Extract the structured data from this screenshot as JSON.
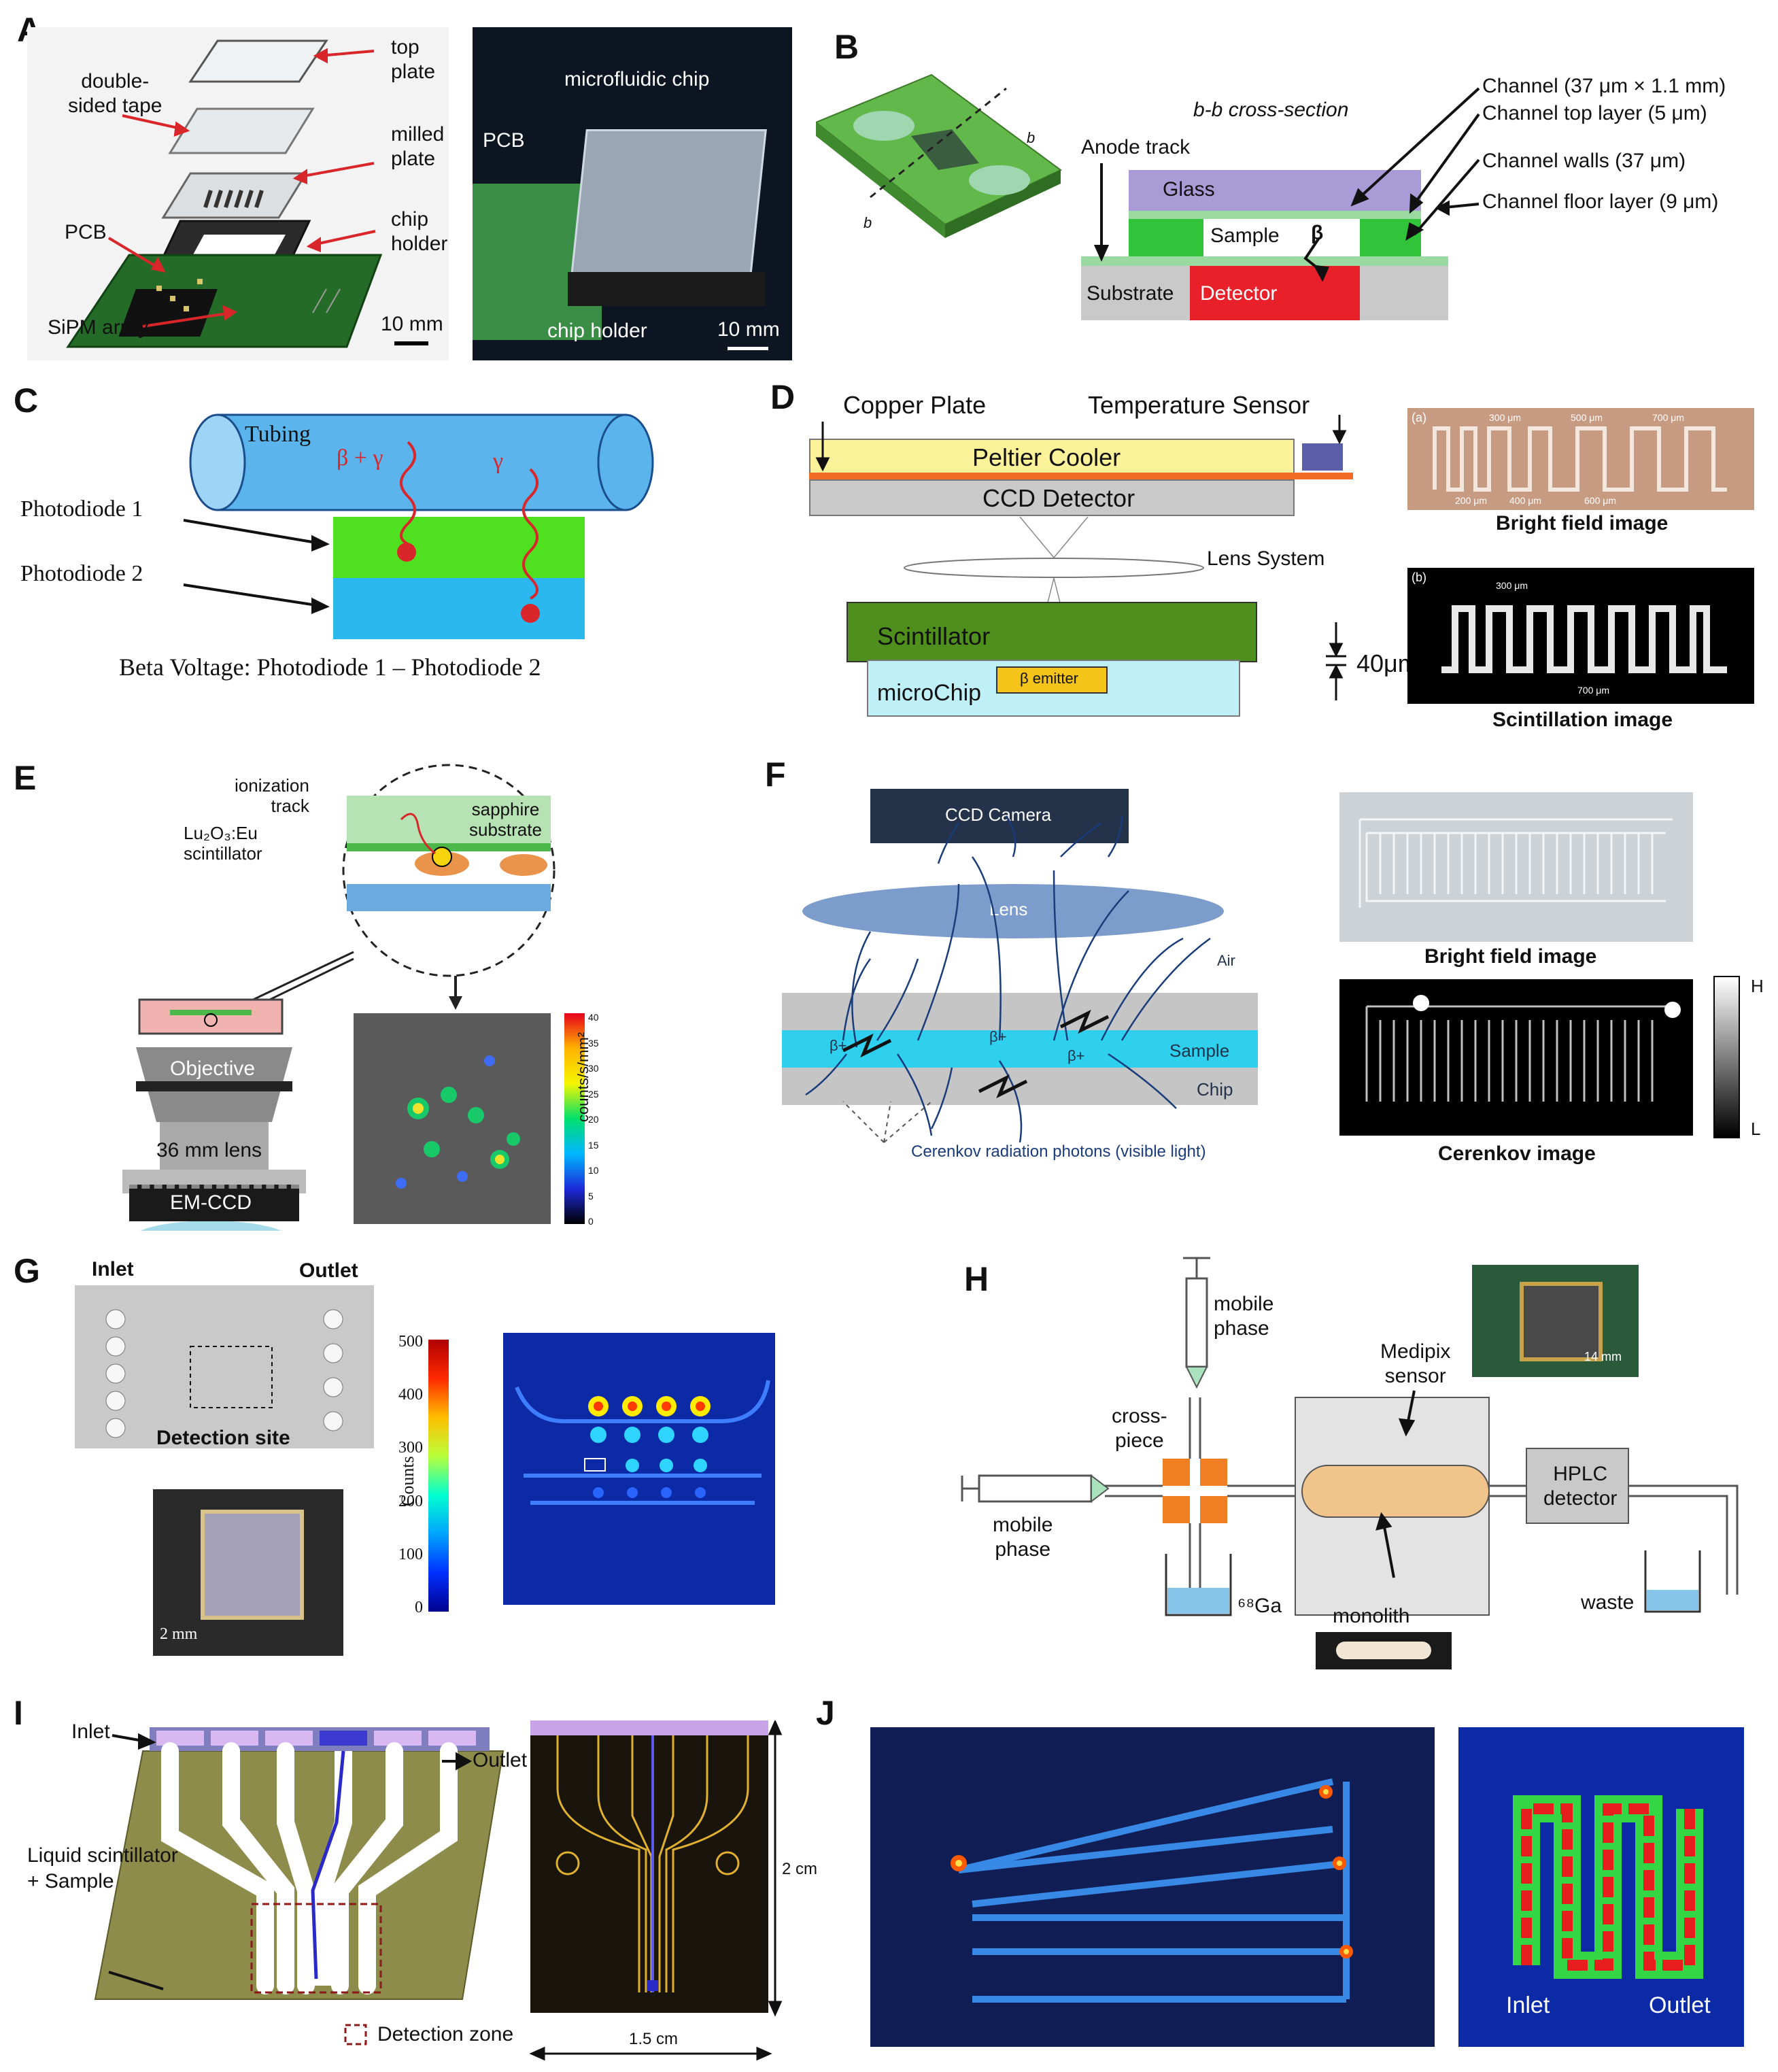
{
  "panels": {
    "A": {
      "letter": "A",
      "labels": {
        "top_plate": "top\nplate",
        "tape": "double-\nsided tape",
        "milled": "milled\nplate",
        "chip_holder": "chip\nholder",
        "pcb": "PCB",
        "sipm": "SiPM array",
        "scale": "10 mm",
        "photo_chip": "microfluidic chip",
        "photo_pcb": "PCB",
        "photo_holder": "chip holder",
        "photo_scale": "10 mm"
      }
    },
    "B": {
      "letter": "B",
      "labels": {
        "cross_title": "b-b cross-section",
        "anode": "Anode track",
        "glass": "Glass",
        "sample": "Sample",
        "beta": "β",
        "substrate": "Substrate",
        "detector": "Detector",
        "channel": "Channel (37 μm × 1.1 mm)",
        "top_layer": "Channel top layer (5 μm)",
        "walls": "Channel walls (37 μm)",
        "floor": "Channel floor layer (9 μm)",
        "b1": "b",
        "b2": "b"
      }
    },
    "C": {
      "letter": "C",
      "labels": {
        "tubing": "Tubing",
        "beta_gamma": "β + γ",
        "gamma": "γ",
        "pd1": "Photodiode 1",
        "pd2": "Photodiode 2",
        "formula": "Beta Voltage:  Photodiode 1 – Photodiode 2"
      }
    },
    "D": {
      "letter": "D",
      "labels": {
        "copper": "Copper Plate",
        "temp": "Temperature Sensor",
        "peltier": "Peltier Cooler",
        "ccd": "CCD Detector",
        "lens": "Lens System",
        "scint": "Scintillator",
        "microchip": "microChip",
        "emitter": "β emitter",
        "thickness": "40μm",
        "bright": "Bright field image",
        "scint_img": "Scintillation image",
        "a": "(a)",
        "b": "(b)",
        "d300": "300 μm",
        "d500": "500 μm",
        "d700": "700 μm",
        "d200": "200 μm",
        "d400": "400 μm",
        "d600": "600 μm",
        "s300": "300 μm",
        "s700": "700 μm"
      }
    },
    "E": {
      "letter": "E",
      "labels": {
        "ion": "ionization\ntrack",
        "lu": "Lu₂O₃:Eu\nscintillator",
        "sapphire": "sapphire\nsubstrate",
        "objective": "Objective",
        "lens": "36 mm lens",
        "emccd": "EM-CCD",
        "cbar_label": "counts/s/mm²",
        "ticks": [
          "40",
          "35",
          "30",
          "25",
          "20",
          "15",
          "10",
          "5",
          "0"
        ]
      }
    },
    "F": {
      "letter": "F",
      "labels": {
        "ccd": "CCD Camera",
        "lens": "Lens",
        "air": "Air",
        "sample": "Sample",
        "chip": "Chip",
        "beta1": "β+",
        "beta2": "β+",
        "beta3": "β+",
        "cerenkov_photons": "Cerenkov radiation photons (visible light)",
        "bright": "Bright field image",
        "cerenkov_img": "Cerenkov image",
        "H": "H",
        "L": "L"
      }
    },
    "G": {
      "letter": "G",
      "labels": {
        "inlet": "Inlet",
        "outlet": "Outlet",
        "site": "Detection site",
        "scale": "2 mm",
        "counts": "Counts",
        "ticks": [
          "500",
          "400",
          "300",
          "200",
          "100",
          "0"
        ]
      }
    },
    "H": {
      "letter": "H",
      "labels": {
        "mobile_top": "mobile\nphase",
        "mobile_left": "mobile\nphase",
        "cross": "cross-\npiece",
        "medipix": "Medipix\nsensor",
        "hplc": "HPLC\ndetector",
        "ga": "⁶⁸Ga",
        "monolith": "monolith",
        "waste": "waste",
        "scale": "14 mm"
      }
    },
    "I": {
      "letter": "I",
      "labels": {
        "inlet": "Inlet",
        "outlet": "Outlet",
        "liquid": "Liquid scintillator\n+ Sample",
        "zone": "Detection zone",
        "h": "2 cm",
        "w": "1.5 cm"
      }
    },
    "J": {
      "letter": "J",
      "labels": {
        "inlet": "Inlet",
        "outlet": "Outlet"
      }
    }
  },
  "colors": {
    "arrow_red": "#d9262b",
    "glass_purple": "#a99bd6",
    "pcb_green": "#2e8b3e",
    "detector_red": "#e8202a",
    "peltier_yellow": "#fbf29a",
    "scint_green": "#4f8f1d",
    "sample_cyan": "#2fd0ee",
    "heatmap_bg": "#0c2aa6"
  }
}
